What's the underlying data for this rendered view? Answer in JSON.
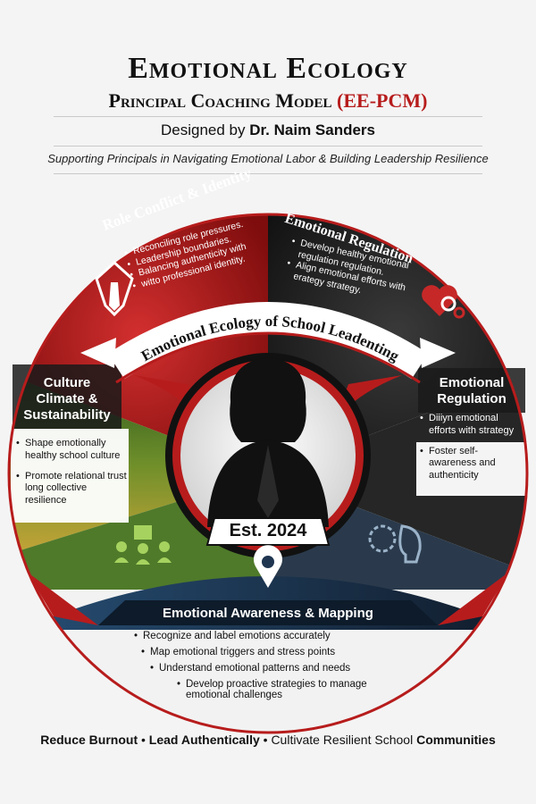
{
  "header": {
    "title": "Emotional Ecology",
    "subtitle_main": "Principal Coaching Model ",
    "subtitle_acronym": "(EE-PCM)",
    "designed_prefix": "Designed by ",
    "designer": "Dr. Naim Sanders",
    "tagline": "Supporting Principals in Navigating Emotional Labor & Building Leadership Resilience"
  },
  "arc_label": "Emotional Ecology of School Leadenting",
  "est": "Est. 2024",
  "sections": {
    "role_conflict": {
      "title": "Role Conflict & Identity",
      "items": [
        "Reconciling role pressures.",
        "Leadership boundaries.",
        "Balancing authenticity with",
        "witto professional identity."
      ]
    },
    "emotional_regulation_top": {
      "title": "Emotional Regulation",
      "items": [
        "Develop healthy emotional regulation regulation.",
        "Align emotional efforts with erategy strategy."
      ]
    },
    "culture": {
      "title_lines": [
        "Culture",
        "Climate &",
        "Sustainability"
      ],
      "items": [
        "Shape emotionally healthy school culture",
        "Promote relational trust long collective resilience"
      ]
    },
    "emotional_regulation_right": {
      "title_lines": [
        "Emotional",
        "Regulation"
      ],
      "items": [
        "Diiiyn emotional efforts with strategy",
        "Foster self-awareness and authenticity"
      ]
    },
    "awareness": {
      "title": "Emotional Awareness & Mapping",
      "items": [
        "Recognize and label emotions accurately",
        "Map emotional triggers and stress points",
        "Understand emotional patterns and needs",
        "Develop proactive strategies to manage emotional challenges"
      ]
    }
  },
  "footer": {
    "part1": "Reduce Burnout",
    "sep": " • ",
    "part2": "Lead Authentically",
    "part3": "Cultivate Resilient School ",
    "part4": "Communities"
  },
  "colors": {
    "red": "#b71c1c",
    "dark": "#1b1b1b",
    "navy": "#1f3550",
    "green": "#3f6b2a"
  },
  "icons": [
    "tie-icon",
    "heart-gears-icon",
    "location-pin-icon",
    "gears-head-icon",
    "community-icon"
  ]
}
